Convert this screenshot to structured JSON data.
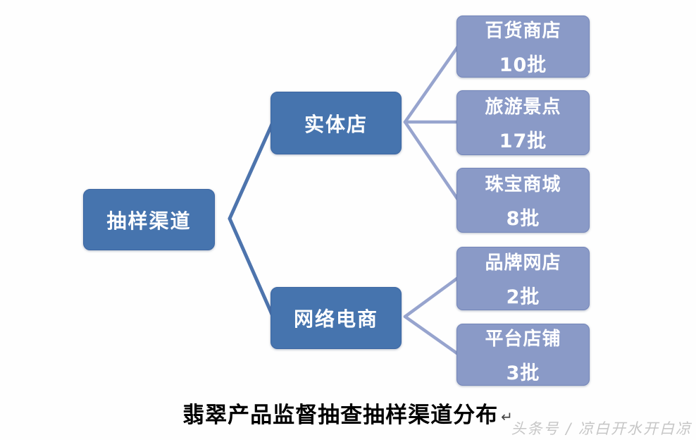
{
  "diagram": {
    "root": {
      "label": "抽样渠道"
    },
    "branches": [
      {
        "label": "实体店",
        "children": [
          {
            "label": "百货商店",
            "value": "10批"
          },
          {
            "label": "旅游景点",
            "value": "17批"
          },
          {
            "label": "珠宝商城",
            "value": "8批"
          }
        ]
      },
      {
        "label": "网络电商",
        "children": [
          {
            "label": "品牌网店",
            "value": "2批"
          },
          {
            "label": "平台店铺",
            "value": "3批"
          }
        ]
      }
    ]
  },
  "title": {
    "text": "翡翠产品监督抽查抽样渠道分布",
    "return_mark": "↵"
  },
  "watermark": {
    "text": "头条号 / 凉白开水开白凉"
  },
  "colors": {
    "node_primary": "#4674ae",
    "node_primary_border": "#3c66a2",
    "node_leaf": "#8a9ac7",
    "node_leaf_border": "#7486b9",
    "connector_primary": "#4d74ad",
    "connector_secondary": "#97a4ce",
    "node_text": "#ffffff",
    "title_text": "#000000",
    "watermark_text": "#c6c6c6",
    "background": "#fefefe"
  }
}
